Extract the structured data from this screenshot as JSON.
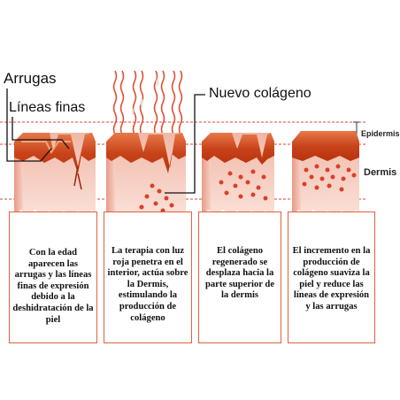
{
  "labels": {
    "wrinkles": "Arrugas",
    "fine_lines": "Líneas finas",
    "new_collagen": "Nuevo colágeno",
    "epidermis": "Epidermis",
    "dermis": "Dermis"
  },
  "captions": [
    "Con la edad aparecen las arrugas y las líneas finas de expresión debido a la deshidratación de la piel",
    "La terapia con luz roja penetra en el interior, actúa sobre la Dermis, estimulando la producción de colágeno",
    "El colágeno regenerado se desplaza hacia la parte superior de la dermis",
    "El incremento en la producción de colágeno suaviza la piel y reduce las líneas de expresión y las arrugas"
  ],
  "colors": {
    "accent_orange": "#e0603c",
    "epidermis_dark": "#b8330e",
    "epidermis_light": "#e8794a",
    "dermis_pink": "#f7c9bd",
    "collagen_red": "#d8402a",
    "red_light_waves": "#e05034"
  }
}
